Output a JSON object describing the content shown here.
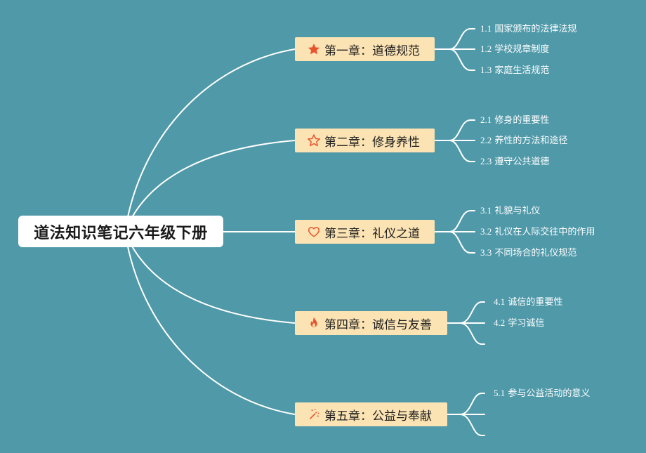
{
  "root": {
    "title": "道法知识笔记六年级下册"
  },
  "chapters": [
    {
      "label": "第一章：道德规范",
      "icon": "star-filled-icon",
      "subs": [
        {
          "num": "1.1",
          "text": "国家颁布的法律法规"
        },
        {
          "num": "1.2",
          "text": "学校规章制度"
        },
        {
          "num": "1.3",
          "text": "家庭生活规范"
        }
      ]
    },
    {
      "label": "第二章：修身养性",
      "icon": "star-outline-icon",
      "subs": [
        {
          "num": "2.1",
          "text": "修身的重要性"
        },
        {
          "num": "2.2",
          "text": "养性的方法和途径"
        },
        {
          "num": "2.3",
          "text": "遵守公共道德"
        }
      ]
    },
    {
      "label": "第三章：礼仪之道",
      "icon": "heart-outline-icon",
      "subs": [
        {
          "num": "3.1",
          "text": "礼貌与礼仪"
        },
        {
          "num": "3.2",
          "text": "礼仪在人际交往中的作用"
        },
        {
          "num": "3.3",
          "text": "不同场合的礼仪规范"
        }
      ]
    },
    {
      "label": "第四章：诚信与友善",
      "icon": "fire-icon",
      "subs": [
        {
          "num": "4.1",
          "text": "诚信的重要性"
        },
        {
          "num": "4.2",
          "text": "学习诚信"
        }
      ]
    },
    {
      "label": "第五章：公益与奉献",
      "icon": "magic-wand-icon",
      "subs": [
        {
          "num": "5.1",
          "text": "参与公益活动的意义"
        }
      ]
    }
  ],
  "colors": {
    "background": "#4f99a9",
    "chapter_fill": "#fbe3b3",
    "icon_accent": "#e8542e",
    "line": "#ffffff"
  }
}
